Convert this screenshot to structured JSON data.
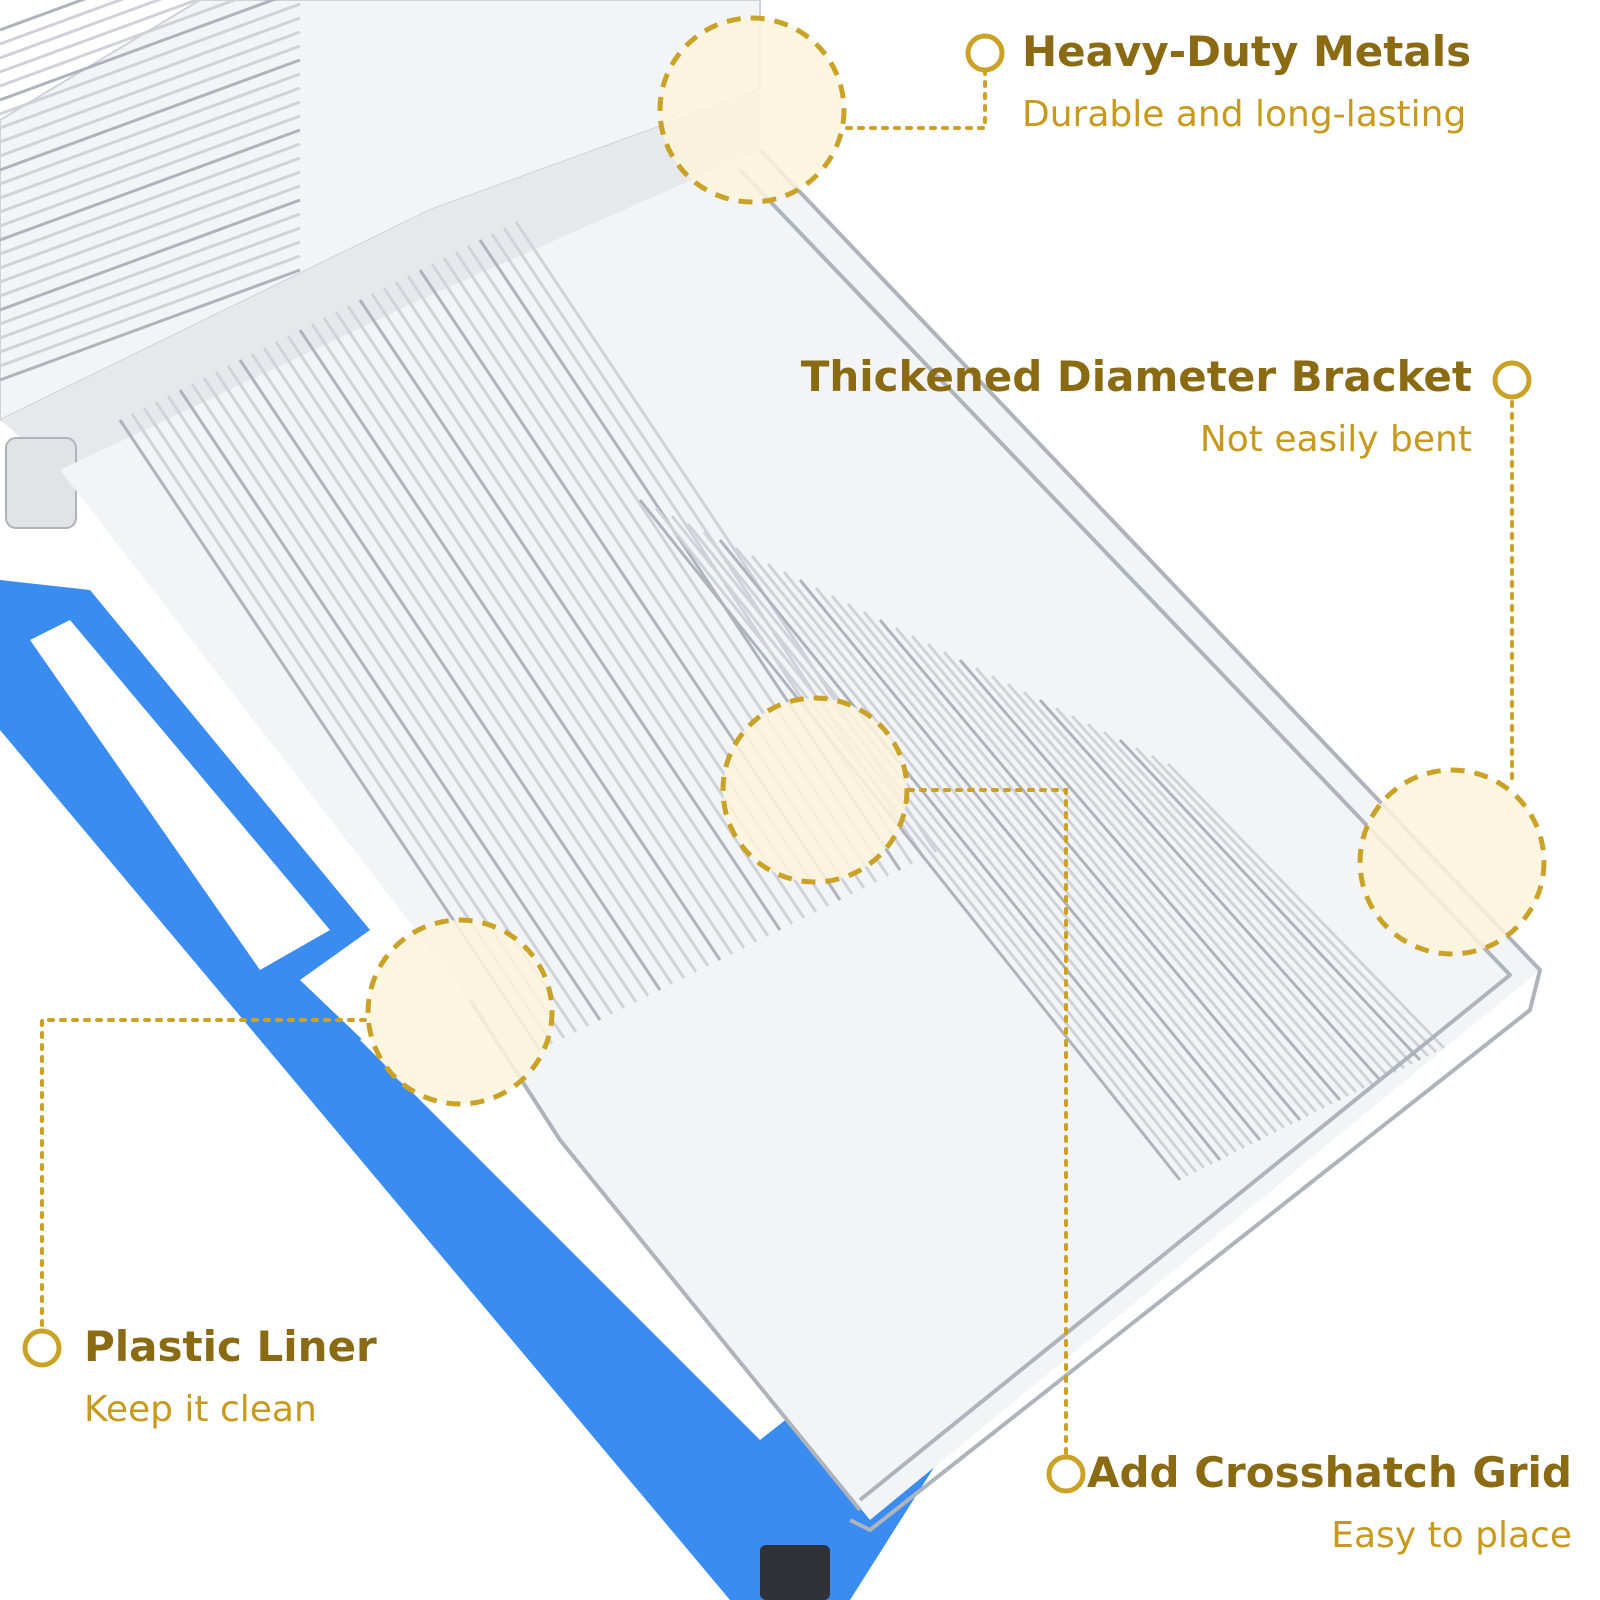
{
  "colors": {
    "background": "#ffffff",
    "frame_blue": "#3a8cf0",
    "frame_blue_shadow": "#2468c6",
    "rack_white": "#f3f4f6",
    "wire": "#cfd3d9",
    "wire_dark": "#aeb4bc",
    "title_color": "#8a6a12",
    "subtitle_color": "#c79a1e",
    "callout_line": "#c9a227",
    "highlight_fill": "#fbf4dc"
  },
  "icons": {
    "callout_marker": "ring-icon"
  },
  "features": [
    {
      "id": "heavy-duty",
      "title": "Heavy-Duty Metals",
      "subtitle": "Durable and long-lasting"
    },
    {
      "id": "bracket",
      "title": "Thickened Diameter Bracket",
      "subtitle": "Not easily bent"
    },
    {
      "id": "liner",
      "title": "Plastic Liner",
      "subtitle": "Keep it clean"
    },
    {
      "id": "grid",
      "title": "Add Crosshatch Grid",
      "subtitle": "Easy to place"
    }
  ]
}
